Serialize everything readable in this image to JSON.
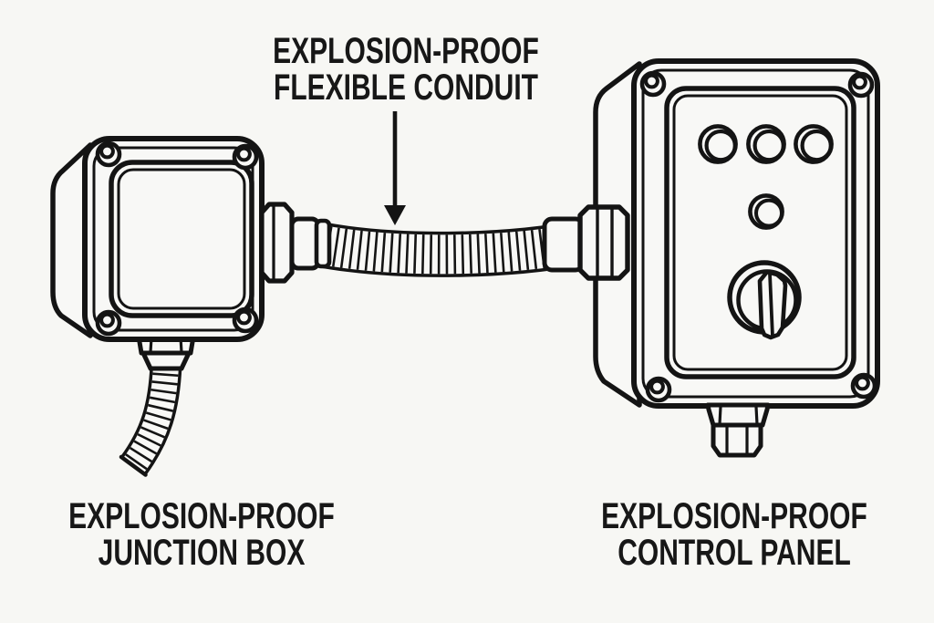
{
  "canvas": {
    "background": "#f7f7f4",
    "ink": "#141414",
    "fill": "#f8f8f6"
  },
  "callouts": {
    "flexible_conduit": {
      "line1": "EXPLOSION-PROOF",
      "line2": "FLEXIBLE CONDUIT"
    },
    "junction_box": {
      "line1": "EXPLOSION-PROOF",
      "line2": "JUNCTION BOX"
    },
    "control_panel": {
      "line1": "EXPLOSION-PROOF",
      "line2": "CONTROL PANEL"
    }
  },
  "components": {
    "junction_box": "explosion-proof junction box with four cover screws and bottom flexible conduit drop",
    "flexible_conduit": "corrugated explosion-proof flexible conduit with hex fittings at both ends",
    "control_panel": "explosion-proof control panel with three indicator lights, one pilot light, rotary switch and bottom hub"
  }
}
